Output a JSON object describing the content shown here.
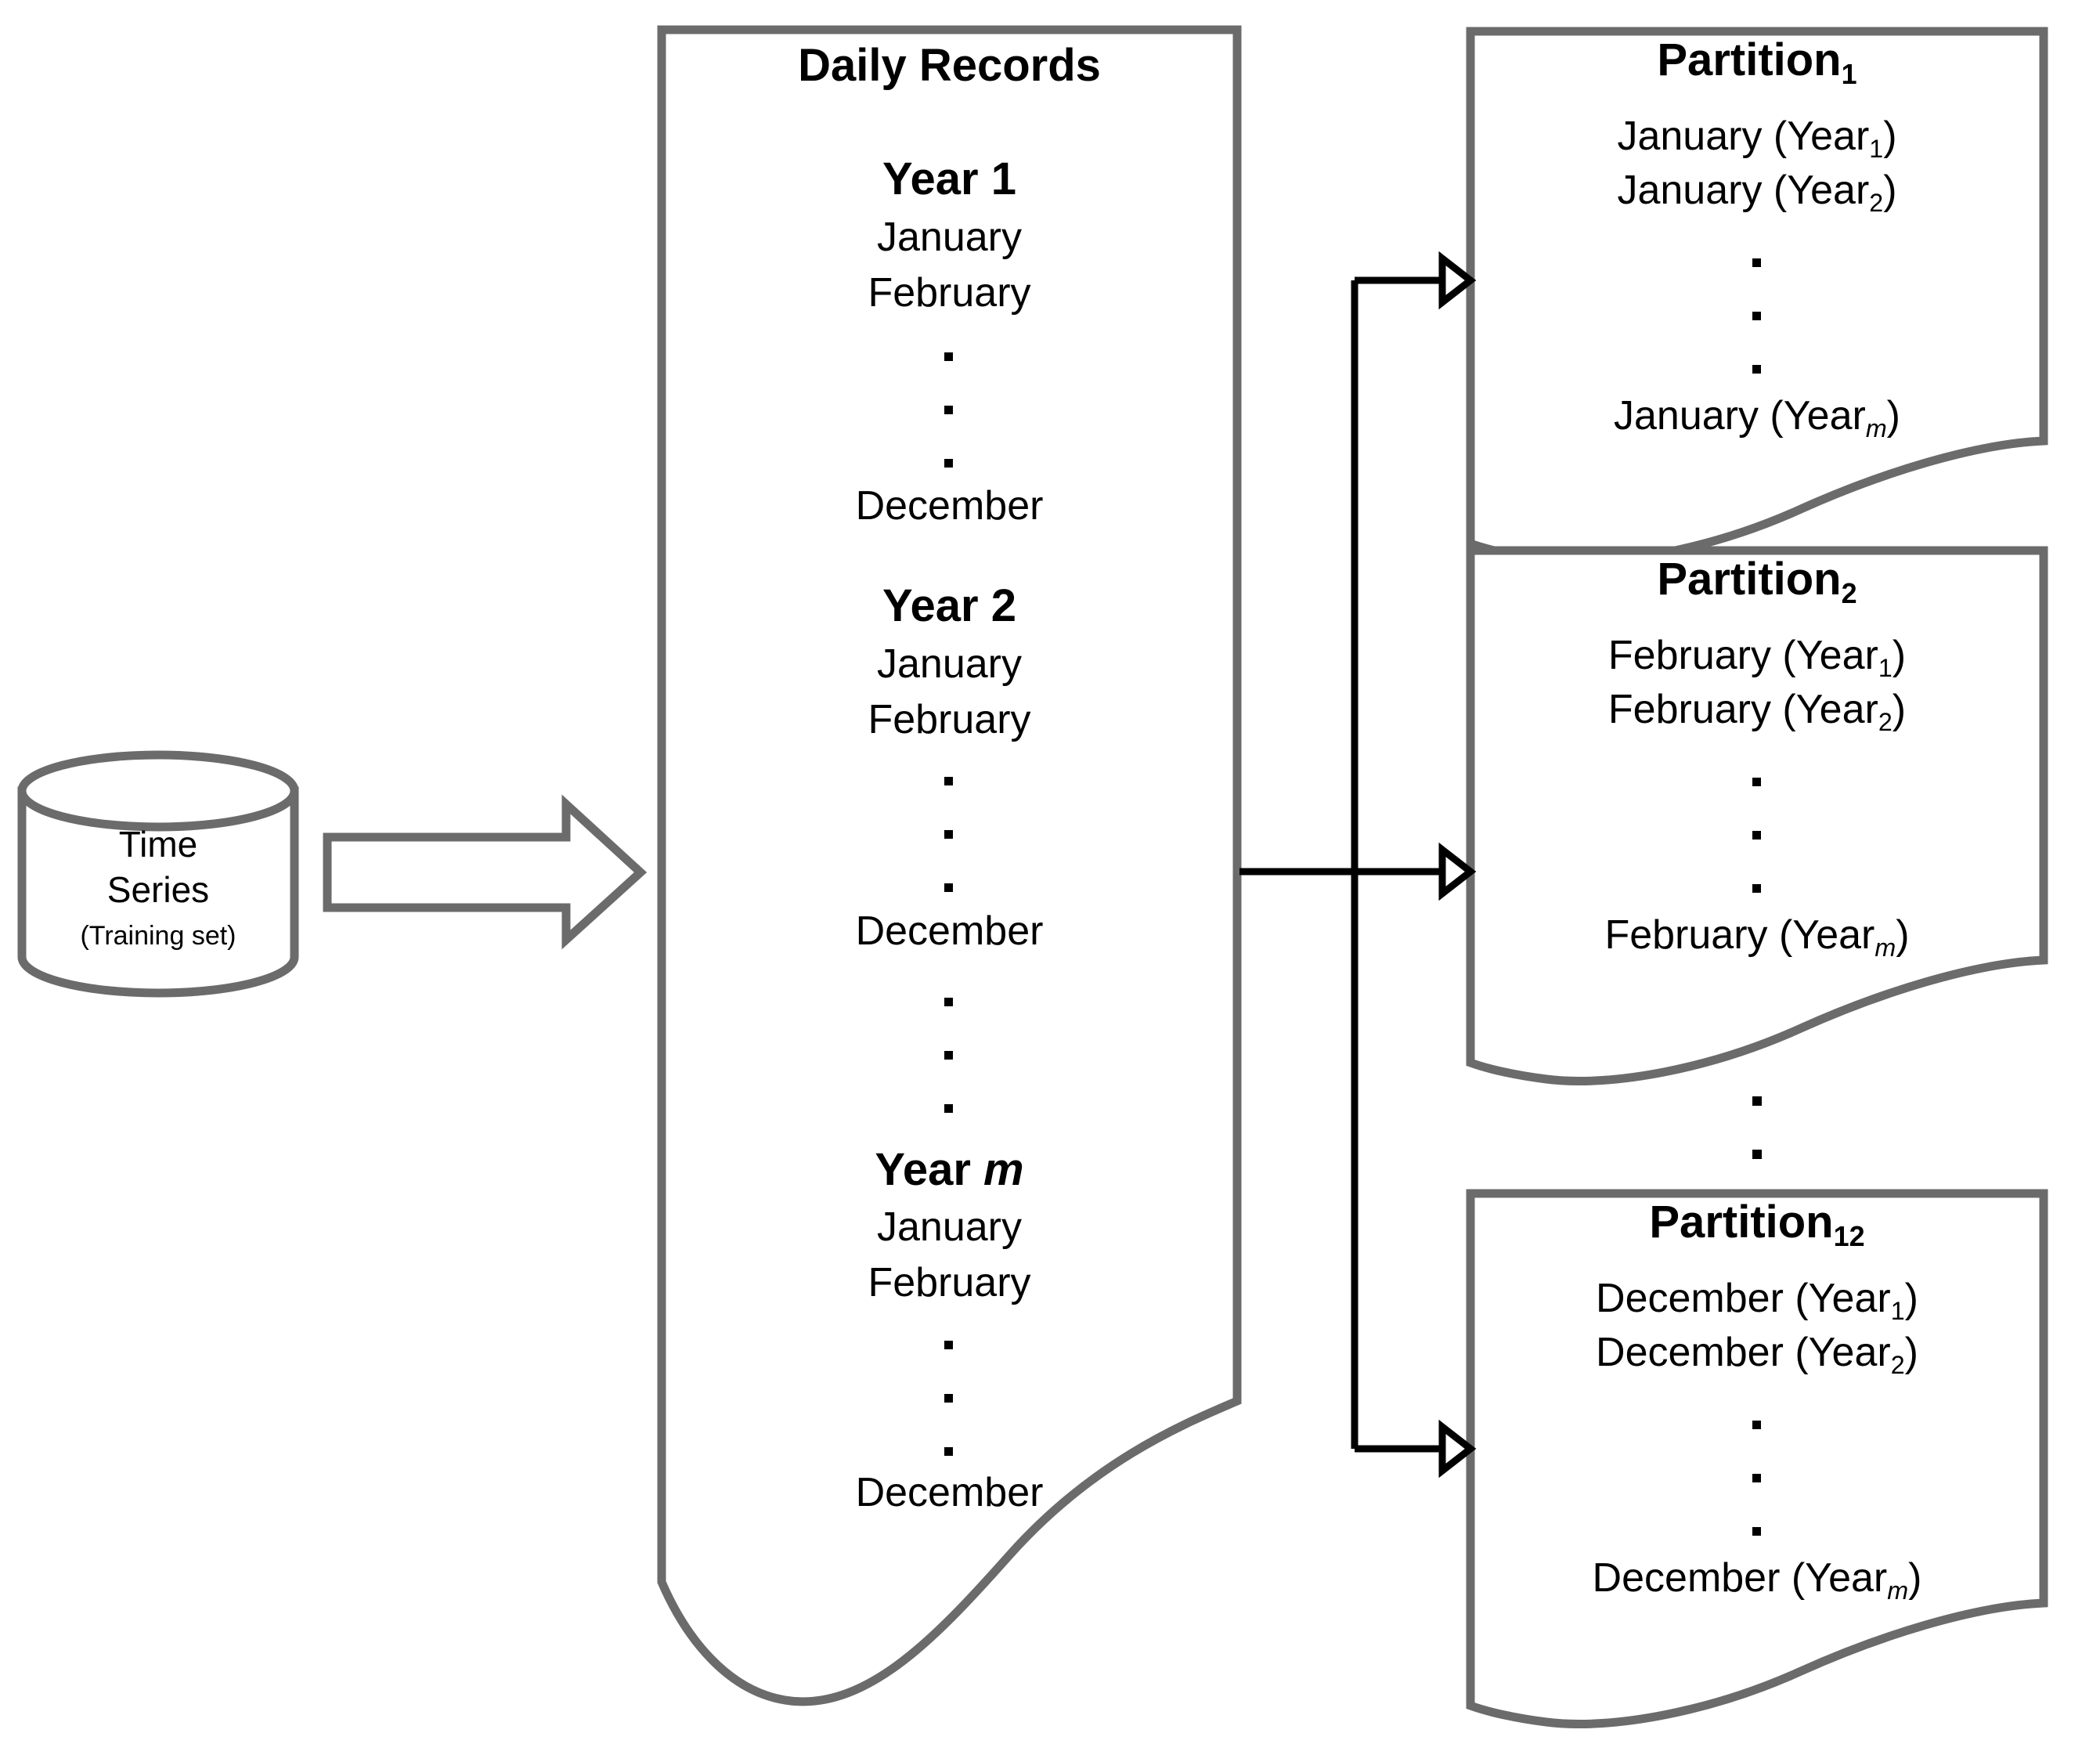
{
  "figure": {
    "type": "flow-diagram",
    "description": "Time series training set split into daily records by year and month, then partitioned by month across years"
  },
  "source": {
    "shape": "cylinder-database",
    "line1": "Time",
    "line2": "Series",
    "line3": "(Training set)"
  },
  "flow_arrow": {
    "name": "block-arrow",
    "direction": "right"
  },
  "daily_records": {
    "title": "Daily Records",
    "groups": [
      {
        "year_label": "Year 1",
        "year_italic": "",
        "months": [
          "January",
          "February"
        ],
        "ellipsis_count": 3,
        "last_month": "December"
      },
      {
        "year_label": "Year 2",
        "year_italic": "",
        "months": [
          "January",
          "February"
        ],
        "ellipsis_count": 3,
        "last_month": "December"
      },
      {
        "year_label": "Year ",
        "year_italic": "m",
        "months": [
          "January",
          "February"
        ],
        "ellipsis_count": 3,
        "last_month": "December"
      }
    ],
    "group_gap_ellipsis_count": 3
  },
  "partitions": [
    {
      "title_base": "Partition",
      "title_sub": "1",
      "rows": [
        {
          "month": "January (Year",
          "sub": "1",
          "sub_italic": false,
          "close": ")"
        },
        {
          "month": "January (Year",
          "sub": "2",
          "sub_italic": false,
          "close": ")"
        }
      ],
      "ellipsis_count": 3,
      "last_row": {
        "month": "January (Year",
        "sub": "m",
        "sub_italic": true,
        "close": ")"
      }
    },
    {
      "title_base": "Partition",
      "title_sub": "2",
      "rows": [
        {
          "month": "February (Year",
          "sub": "1",
          "sub_italic": false,
          "close": ")"
        },
        {
          "month": "February (Year",
          "sub": "2",
          "sub_italic": false,
          "close": ")"
        }
      ],
      "ellipsis_count": 3,
      "last_row": {
        "month": "February (Year",
        "sub": "m",
        "sub_italic": true,
        "close": ")"
      }
    },
    {
      "title_base": "Partition",
      "title_sub": "12",
      "rows": [
        {
          "month": "December (Year",
          "sub": "1",
          "sub_italic": false,
          "close": ")"
        },
        {
          "month": "December (Year",
          "sub": "2",
          "sub_italic": false,
          "close": ")"
        }
      ],
      "ellipsis_count": 3,
      "last_row": {
        "month": "December (Year",
        "sub": "m",
        "sub_italic": true,
        "close": ")"
      }
    }
  ],
  "between_partitions_ellipsis_count": 2,
  "colors": {
    "shape_stroke": "#6b6b6b",
    "connector_stroke": "#000000",
    "text": "#000000",
    "background": "#ffffff"
  }
}
